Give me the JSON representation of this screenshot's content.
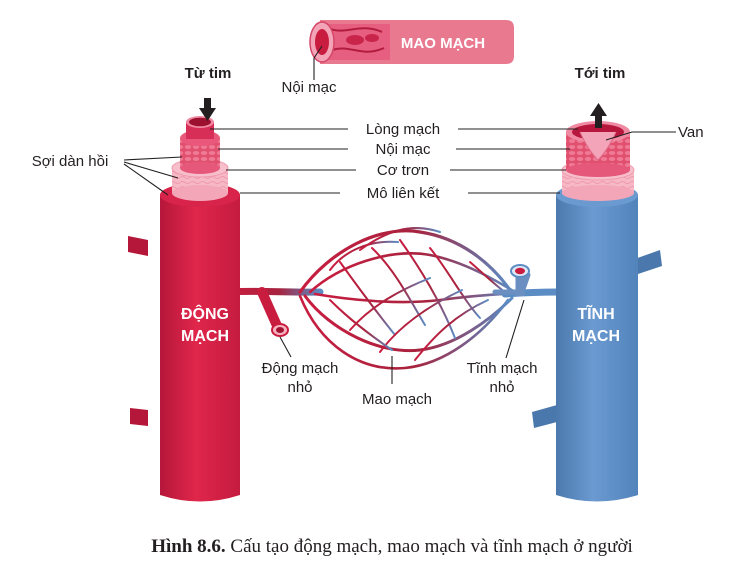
{
  "capillary_badge": "MAO MẠCH",
  "capillary_inner_label": "Nội mạc",
  "from_heart": "Từ tim",
  "to_heart": "Tới tim",
  "layers": {
    "lumen": "Lòng mạch",
    "endothelium": "Nội mạc",
    "smooth_muscle": "Cơ trơn",
    "connective": "Mô liên kết"
  },
  "elastic_fiber": "Sợi dàn hồi",
  "valve": "Van",
  "artery": {
    "line1": "ĐỘNG",
    "line2": "MẠCH"
  },
  "vein": {
    "line1": "TĨNH",
    "line2": "MẠCH"
  },
  "small_artery": {
    "line1": "Động mạch",
    "line2": "nhỏ"
  },
  "capillaries": "Mao mạch",
  "small_vein": {
    "line1": "Tĩnh mạch",
    "line2": "nhỏ"
  },
  "caption": {
    "prefix": "Hình 8.6.",
    "text": " Cấu tạo động mạch, mao mạch và tĩnh mạch ở người"
  },
  "colors": {
    "artery": "#d91f44",
    "artery_dark": "#b5173a",
    "vein": "#5b8cc4",
    "vein_dark": "#4a78ad",
    "endothelium_pink": "#e9577a",
    "connective_pink": "#f6b2c0",
    "badge_pink": "#e8798f"
  }
}
